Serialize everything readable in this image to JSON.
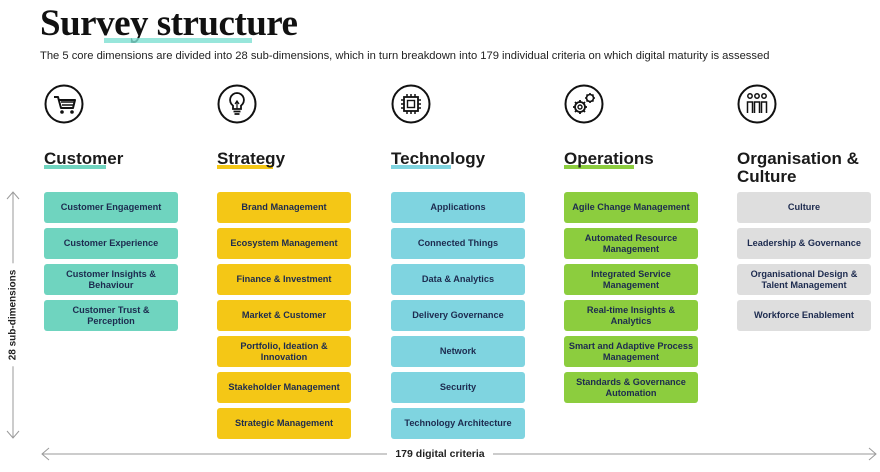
{
  "title": "Survey structure",
  "subtitle": "The 5 core dimensions are divided into 28 sub-dimensions, which in turn breakdown into 179 individual criteria on which digital maturity is assessed",
  "colors": {
    "customer": "#6fd4bf",
    "strategy": "#f4c716",
    "technology": "#7fd4e0",
    "operations": "#8ccd3e",
    "culture": "#dedede"
  },
  "vertical_axis_label": "28 sub-dimensions",
  "horizontal_axis_label": "179 digital criteria",
  "columns": [
    {
      "title": "Customer",
      "icon": "shopping-cart-icon",
      "items": [
        "Customer Engagement",
        "Customer Experience",
        "Customer Insights & Behaviour",
        "Customer Trust & Perception"
      ]
    },
    {
      "title": "Strategy",
      "icon": "lightbulb-icon",
      "items": [
        "Brand Management",
        "Ecosystem Management",
        "Finance & Investment",
        "Market & Customer",
        "Portfolio, Ideation & Innovation",
        "Stakeholder Management",
        "Strategic Management"
      ]
    },
    {
      "title": "Technology",
      "icon": "chip-icon",
      "items": [
        "Applications",
        "Connected Things",
        "Data & Analytics",
        "Delivery Governance",
        "Network",
        "Security",
        "Technology Architecture"
      ]
    },
    {
      "title": "Operations",
      "icon": "gears-icon",
      "items": [
        "Agile Change Management",
        "Automated Resource Management",
        "Integrated Service Management",
        "Real-time Insights & Analytics",
        "Smart and Adaptive Process Management",
        "Standards & Governance Automation"
      ]
    },
    {
      "title_line1": "Organisation &",
      "title_line2": "Culture",
      "icon": "people-icon",
      "items": [
        "Culture",
        "Leadership & Governance",
        "Organisational Design & Talent Management",
        "Workforce Enablement"
      ]
    }
  ]
}
